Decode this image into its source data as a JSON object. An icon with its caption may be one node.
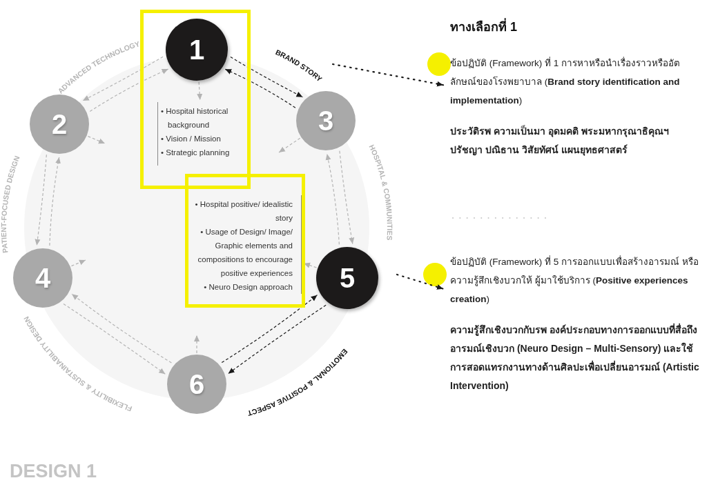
{
  "diagram": {
    "nodes": [
      {
        "text": [
          "1"
        ]
      },
      {
        "text": [
          "2"
        ]
      },
      {
        "text": [
          "3"
        ]
      },
      {
        "text": [
          "4"
        ]
      },
      {
        "text": [
          "5"
        ]
      },
      {
        "text": [
          "6"
        ]
      },
      {
        "text": [
          "• Hospital historical background",
          "• Vision / Mission",
          "• Strategic planning"
        ]
      },
      {
        "text": [
          "• Hospital positive/ idealistic story",
          "• Usage of Design/ Image/ Graphic elements and compositions to encourage positive experiences",
          "• Neuro Design approach"
        ]
      },
      {
        "text": [
          "ข้อปฏิบัติ (Framework) ที่ 1 การหาหรือนำเรื่องราวหรืออัตลักษณ์ของโรงพยาบาล (**Brand story identification and implementation**)",
          "ประวัติรพ ความเป็นมา อุดมคติ พระมหากรุณาธิคุณฯ ปรัชญา ปณิธาน วิสัยทัศน์ แผนยุทธศาสตร์"
        ]
      },
      {
        "text": [
          "ข้อปฏิบัติ (Framework) ที่ 5 การออกแบบเพื่อสร้างอารมณ์ หรือ ความรู้สึกเชิงบวกให้ ผู้มาใช้บริการ (**Positive experiences creation**)",
          "ความรู้สึกเชิงบวกกับรพ องค์ประกอบทางการออกแบบที่สื่อถึงอารมณ์เชิงบวก (Neuro Design – Multi-Sensory) และใช้การสอดแทรกงานทางด้านศิลปะเพื่อเปลี่ยนอารมณ์ (Artistic Intervention)"
        ]
      }
    ],
    "edges": [
      {
        "from": 0,
        "to": 1,
        "arrow": "to",
        "style": "dashed"
      },
      {
        "from": 1,
        "to": 0,
        "arrow": "to",
        "style": "dashed"
      },
      {
        "from": 0,
        "to": 2,
        "arrow": "to",
        "style": "dashed",
        "color": "#1a1a1a"
      },
      {
        "from": 2,
        "to": 0,
        "arrow": "to",
        "style": "dashed",
        "color": "#1a1a1a"
      },
      {
        "from": 1,
        "to": 3,
        "arrow": "to",
        "style": "dashed"
      },
      {
        "from": 3,
        "to": 1,
        "arrow": "to",
        "style": "dashed"
      },
      {
        "from": 2,
        "to": 4,
        "arrow": "to",
        "style": "dashed"
      },
      {
        "from": 4,
        "to": 2,
        "arrow": "to",
        "style": "dashed"
      },
      {
        "from": 3,
        "to": 5,
        "arrow": "to",
        "style": "dashed"
      },
      {
        "from": 5,
        "to": 3,
        "arrow": "to",
        "style": "dashed"
      },
      {
        "from": 4,
        "to": 5,
        "arrow": "to",
        "style": "dashed",
        "color": "#1a1a1a"
      },
      {
        "from": 5,
        "to": 4,
        "arrow": "to",
        "style": "dashed",
        "color": "#1a1a1a"
      },
      {
        "from": 0,
        "to": 6,
        "arrow": "to",
        "style": "dashed"
      },
      {
        "from": 4,
        "to": 7,
        "arrow": "to",
        "style": "dashed"
      },
      {
        "from": 1,
        "to": null,
        "arrow": "to",
        "style": "dashed"
      },
      {
        "from": 2,
        "to": null,
        "arrow": "to",
        "style": "dashed"
      },
      {
        "from": 3,
        "to": null,
        "arrow": "to",
        "style": "dashed"
      },
      {
        "from": 5,
        "to": null,
        "arrow": "to",
        "style": "dashed"
      },
      {
        "from": null,
        "to": 8,
        "arrow": "to",
        "color": "#1a1a1a"
      },
      {
        "from": null,
        "to": 9,
        "arrow": "to",
        "color": "#1a1a1a"
      }
    ],
    "labels": [
      "ADVANCED TECHNOLOGY",
      "BRAND STORY",
      "HOSPITAL & COMMUNITIES",
      "EMOTIONAL & POSITIVE ASPECT",
      "FLEXIBILITY & SUSTAINABILITY DESIGN",
      "PATIENT-FOCUSED DESIGN",
      "ทางเลือกที่ 1",
      "DESIGN 1"
    ]
  }
}
